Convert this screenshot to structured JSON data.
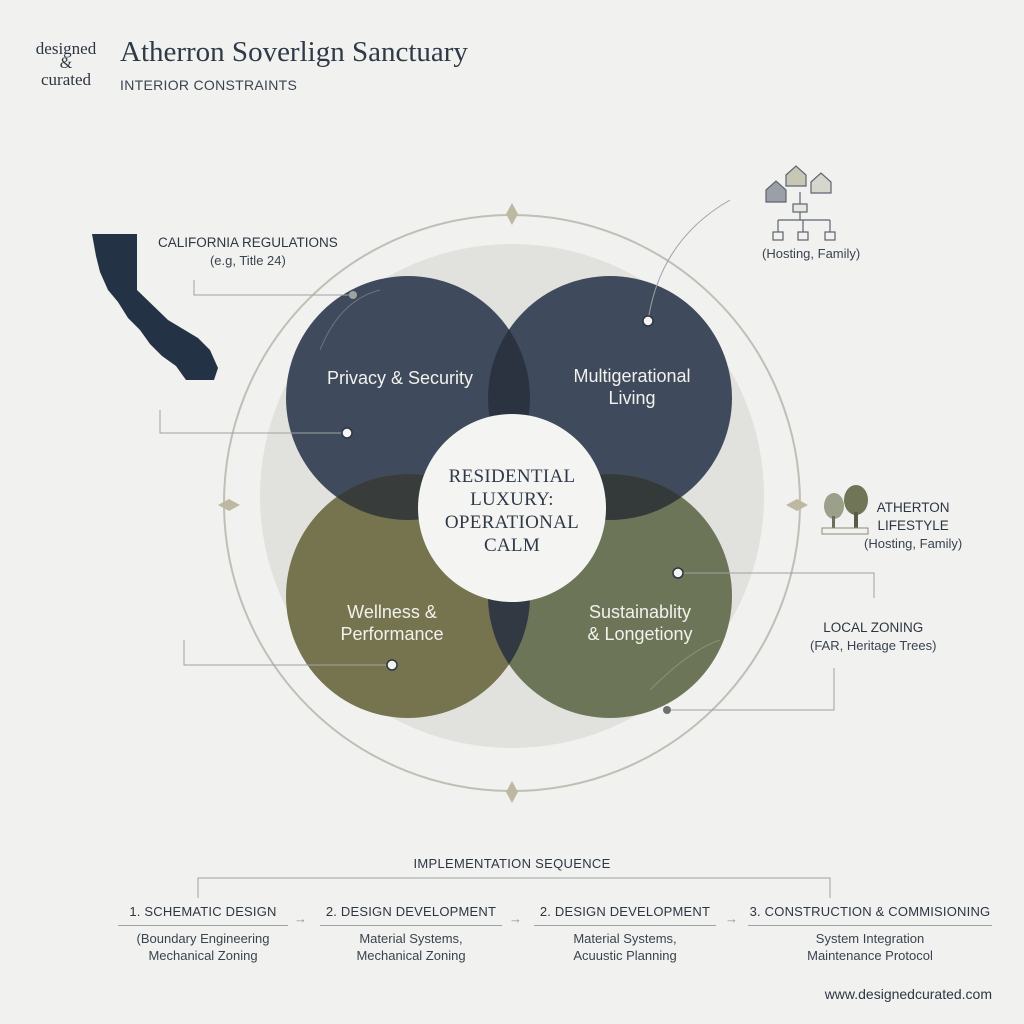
{
  "brand": {
    "logo_line1": "designed",
    "logo_amp": "&",
    "logo_line2": "curated",
    "title": "Atherron Soverlign Sanctuary",
    "subtitle": "INTERIOR CONSTRAINTS"
  },
  "colors": {
    "background": "#f1f1ef",
    "navy": "#3f4b5c",
    "olive": "#76744f",
    "sage": "#6d7559",
    "dark_overlap": "#2b3340",
    "ring": "#bfbfb6"
  },
  "circles": {
    "top_left": {
      "label_line1": "Privacy & Security",
      "label_line2": ""
    },
    "top_right": {
      "label_line1": "Multigerational",
      "label_line2": "Living"
    },
    "bottom_left": {
      "label_line1": "Wellness &",
      "label_line2": "Performance"
    },
    "bottom_right": {
      "label_line1": "Sustainablity",
      "label_line2": "& Longetiony"
    }
  },
  "center": {
    "line1": "RESIDENTIAL",
    "line2": "LUXURY:",
    "line3": "OPERATIONAL",
    "line4": "CALM"
  },
  "callouts": {
    "california": {
      "title": "CALIFORNIA REGULATIONS",
      "sub": "(e.g, Title 24)",
      "icon": "california-map-icon"
    },
    "family": {
      "sub": "(Hosting, Family)",
      "icon": "houses-tree-icon"
    },
    "atherton": {
      "title_line1": "ATHERTON",
      "title_line2": "LIFESTYLE",
      "sub": "(Hosting, Family)",
      "icon": "trees-icon"
    },
    "zoning": {
      "title": "LOCAL ZONING",
      "sub": "(FAR, Heritage Trees)"
    }
  },
  "sequence": {
    "title": "IMPLEMENTATION SEQUENCE",
    "arrow": "→",
    "steps": [
      {
        "head": "1. SCHEMATIC DESIGN",
        "desc1": "(Boundary Engineering",
        "desc2": "Mechanical Zoning"
      },
      {
        "head": "2. DESIGN DEVELOPMENT",
        "desc1": "Material Systems,",
        "desc2": "Mechanical Zoning"
      },
      {
        "head": "2. DESIGN DEVELOPMENT",
        "desc1": "Material Systems,",
        "desc2": "Acuustic Planning"
      },
      {
        "head": "3. CONSTRUCTION & COMMISIONING",
        "desc1": "System Integration",
        "desc2": "Maintenance Protocol"
      }
    ]
  },
  "footer": {
    "url": "www.designedcurated.com"
  }
}
